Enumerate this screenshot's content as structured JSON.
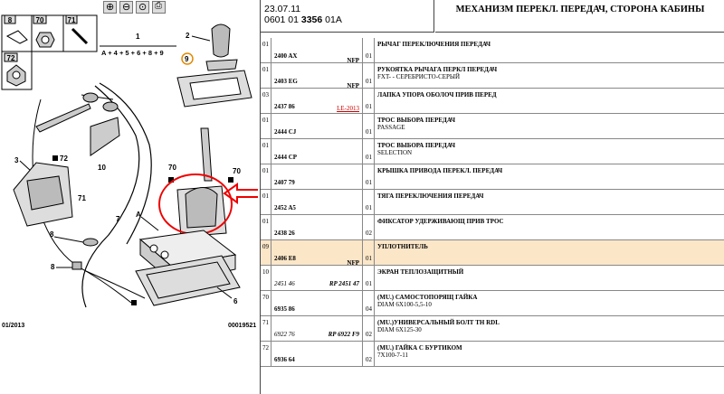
{
  "header": {
    "date": "23.07.11",
    "ref_prefix": "0601 01 ",
    "ref_bold": "3356",
    "ref_suffix": " 01A",
    "title": "МЕХАНИЗМ ПЕРЕКЛ. ПЕРЕДАЧ, СТОРОНА КАБИНЫ"
  },
  "diagram": {
    "box_labels": [
      "8",
      "70",
      "71",
      "72"
    ],
    "callouts": [
      "1",
      "2",
      "9",
      "3",
      "72",
      "10",
      "70",
      "70",
      "71",
      "8",
      "7",
      "A",
      "8",
      "6"
    ],
    "range_label": "A + 4 + 5 + 6 + 8 + 9",
    "footer_left": "01/2013",
    "footer_right": "00019521"
  },
  "rows": [
    {
      "idx": "01",
      "code": "2400 AX",
      "code2": "NFP",
      "qty": "01",
      "name": "РЫЧАГ ПЕРЕКЛЮЧЕНИЯ ПЕРЕДАЧ",
      "desc": "",
      "link": "",
      "highlight": false,
      "italic": false,
      "height": 28
    },
    {
      "idx": "01",
      "code": "2403 EG",
      "code2": "NFP",
      "qty": "01",
      "name": "РУКОЯТКА РЫЧАГА ПЕРКЛ ПЕРЕДАЧ",
      "desc": "FXT- - СЕРЕБРИСТО-СЕРЫЙ",
      "link": "",
      "highlight": false,
      "italic": false,
      "height": 28
    },
    {
      "idx": "03",
      "code": "2437 86",
      "code2": "",
      "qty": "01",
      "name": "ЛАПКА УПОРА ОБОЛОЧ ПРИВ ПЕРЕД",
      "desc": "",
      "link": "LE-2013",
      "highlight": false,
      "italic": false,
      "height": 28
    },
    {
      "idx": "01",
      "code": "2444 CJ",
      "code2": "",
      "qty": "01",
      "name": "ТРОС ВЫБОРА ПЕРЕДАЧ",
      "desc": "PASSAGE",
      "link": "",
      "highlight": false,
      "italic": false,
      "height": 28
    },
    {
      "idx": "01",
      "code": "2444 CP",
      "code2": "",
      "qty": "01",
      "name": "ТРОС ВЫБОРА ПЕРЕДАЧ",
      "desc": "SELECTION",
      "link": "",
      "highlight": false,
      "italic": false,
      "height": 28
    },
    {
      "idx": "01",
      "code": "2407 79",
      "code2": "",
      "qty": "01",
      "name": "КРЫШКА ПРИВОДА ПЕРЕКЛ. ПЕРЕДАЧ",
      "desc": "",
      "link": "",
      "highlight": false,
      "italic": false,
      "height": 28
    },
    {
      "idx": "01",
      "code": "2452 A5",
      "code2": "",
      "qty": "01",
      "name": "ТЯГА ПЕРЕКЛЮЧЕНИЯ ПЕРЕДАЧ",
      "desc": "",
      "link": "",
      "highlight": false,
      "italic": false,
      "height": 28
    },
    {
      "idx": "01",
      "code": "2438 26",
      "code2": "",
      "qty": "02",
      "name": "ФИКСАТОР УДЕРЖИВАЮЩ ПРИВ ТРОС",
      "desc": "",
      "link": "",
      "highlight": false,
      "italic": false,
      "height": 28
    },
    {
      "idx": "09",
      "code": "2406 E8",
      "code2": "NFP",
      "qty": "01",
      "name": "УПЛОТНИТЕЛЬ",
      "desc": "",
      "link": "",
      "highlight": true,
      "italic": false,
      "height": 28
    },
    {
      "idx": "10",
      "code": "2451 46",
      "code2": "RP 2451 47",
      "qty": "01",
      "name": "ЭКРАН ТЕПЛОЗАЩИТНЫЙ",
      "desc": "",
      "link": "",
      "highlight": false,
      "italic": true,
      "height": 28
    },
    {
      "idx": "70",
      "code": "6935 86",
      "code2": "",
      "qty": "04",
      "name": "(MU.) САМОСТОПОРЯЩ ГАЙКА",
      "desc": "DIAM 6X100-5,5-10",
      "link": "",
      "highlight": false,
      "italic": false,
      "height": 28
    },
    {
      "idx": "71",
      "code": "6922 76",
      "code2": "RP 6922 F9",
      "qty": "02",
      "name": "(MU.)УНИВЕРСАЛЬНЫЙ БОЛТ TH RDL",
      "desc": "DIAM 6X125-30",
      "link": "",
      "highlight": false,
      "italic": true,
      "height": 28
    },
    {
      "idx": "72",
      "code": "6936 64",
      "code2": "",
      "qty": "02",
      "name": "(MU.) ГАЙКА С БУРТИКОМ",
      "desc": "7X100-7-11",
      "link": "",
      "highlight": false,
      "italic": false,
      "height": 28
    }
  ]
}
